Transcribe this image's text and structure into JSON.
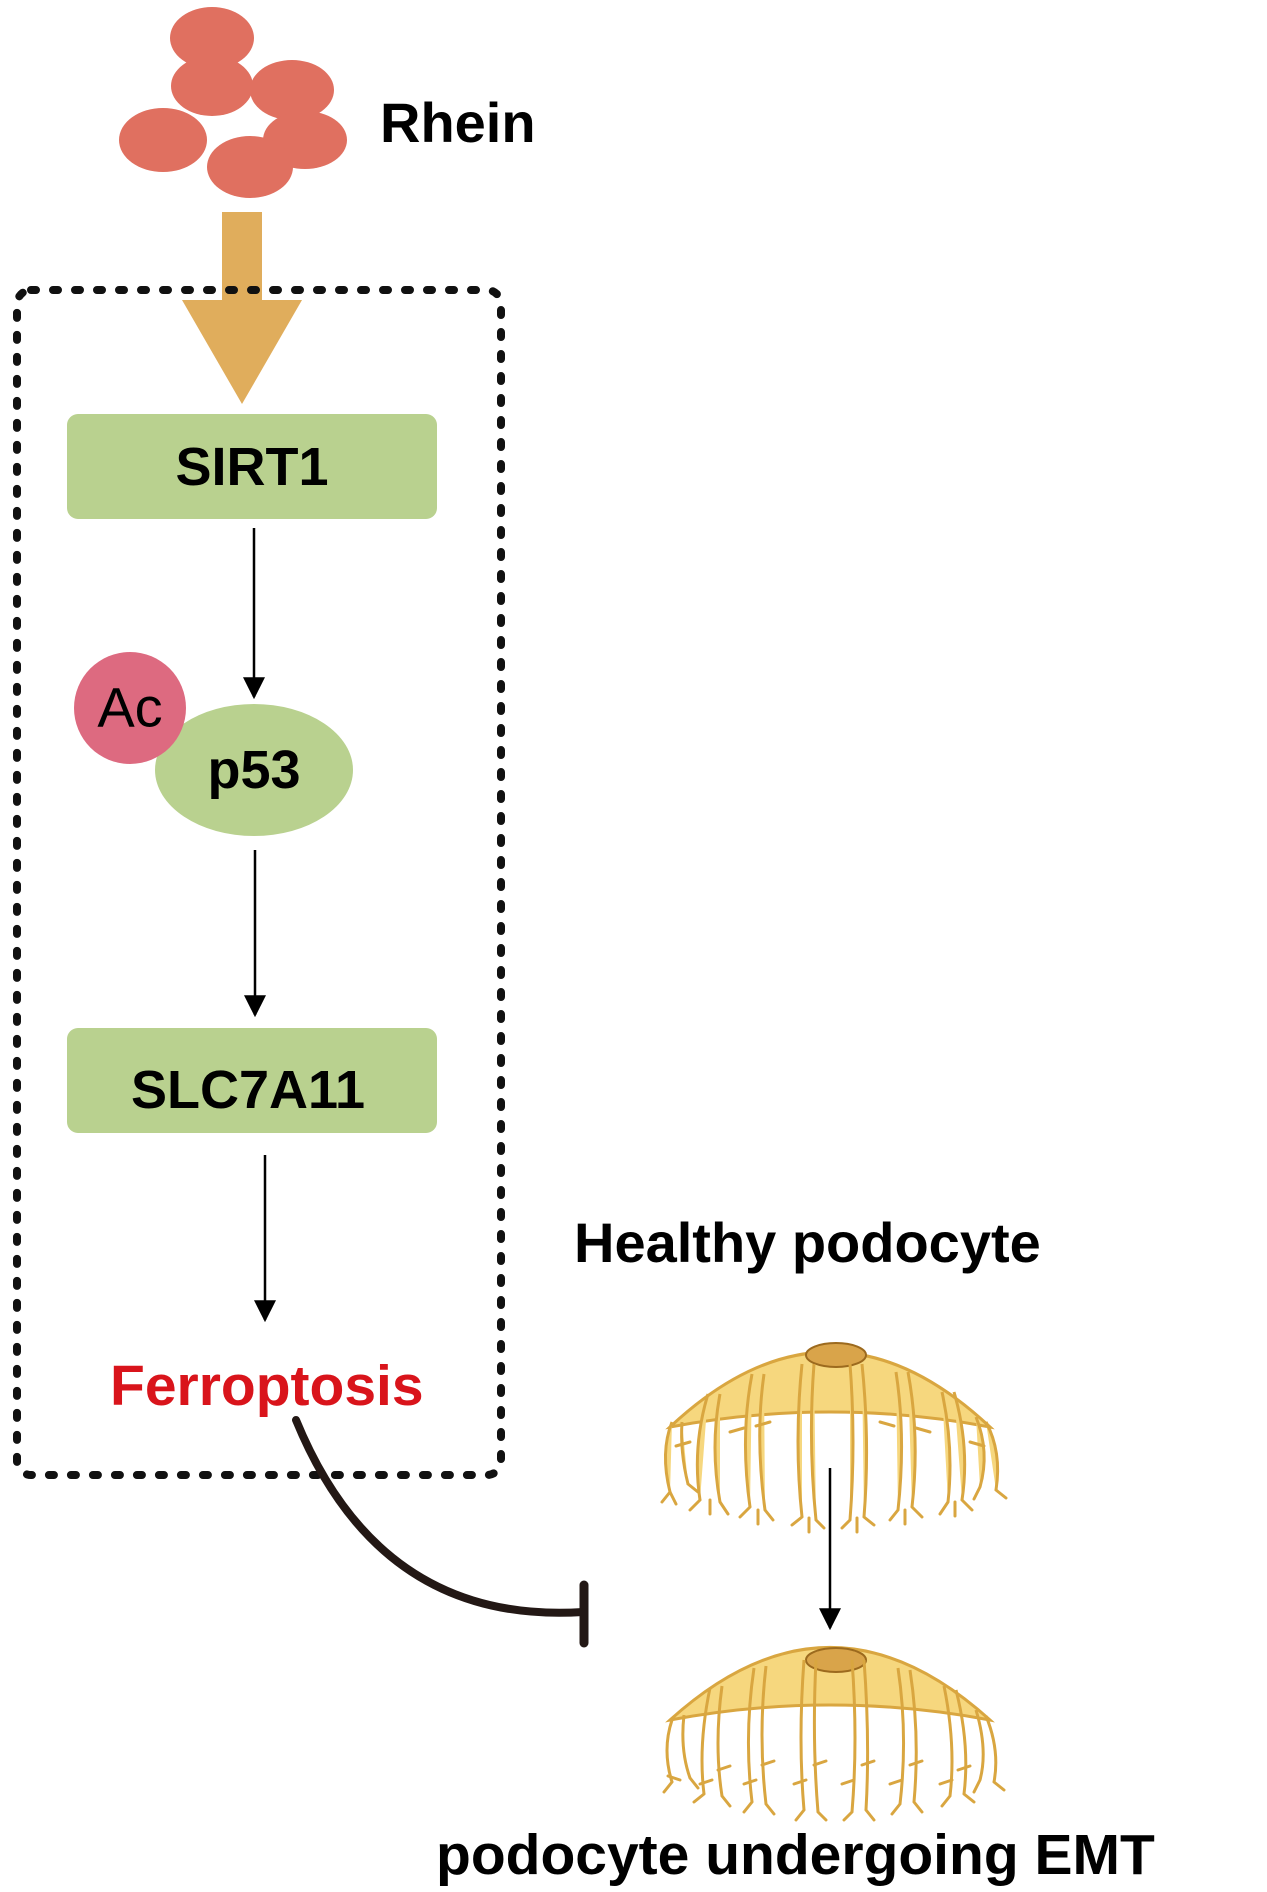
{
  "labels": {
    "rhein": "Rhein",
    "sirt1": "SIRT1",
    "acetyl": "Ac",
    "p53": "p53",
    "slc7a11": "SLC7A11",
    "ferroptosis": "Ferroptosis",
    "healthy": "Healthy podocyte",
    "emt": "podocyte undergoing EMT"
  },
  "colors": {
    "rhein_particle": "#e07060",
    "big_arrow": "#e0ad5c",
    "node_fill": "#b9d18f",
    "acetyl_fill": "#dd6a80",
    "ferroptosis_text": "#d9141b",
    "inhibit_line": "#231815",
    "podocyte_fill": "#f6d77e",
    "podocyte_stroke": "#d9a640",
    "nucleus_fill": "#d9a44a"
  },
  "icons": {
    "inhibition": "inhibition-arrow-icon",
    "cell": "podocyte-cell-icon"
  }
}
